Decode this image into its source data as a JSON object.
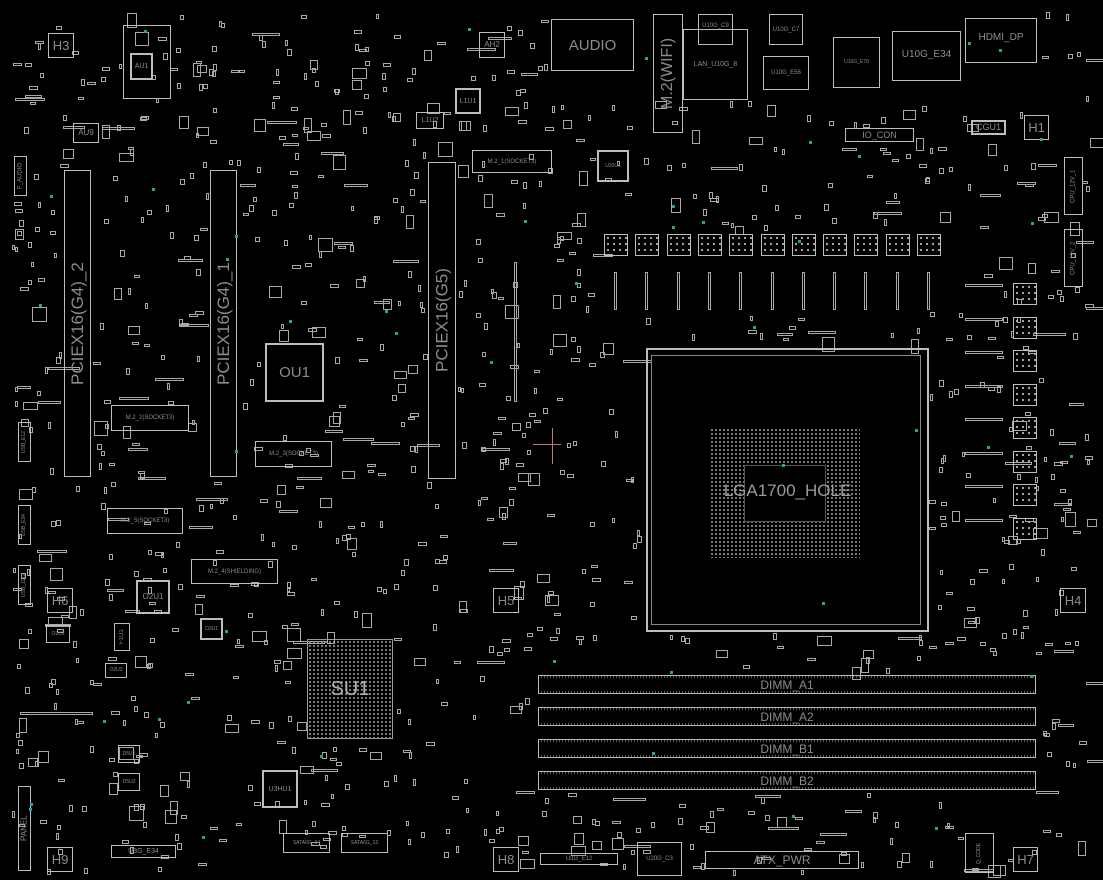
{
  "board": {
    "holes": {
      "h1": "H1",
      "h3": "H3",
      "h4": "H4",
      "h5": "H5",
      "h6": "H6",
      "h7": "H7",
      "h8": "H8",
      "h9": "H9"
    },
    "rear_io": {
      "audio": "AUDIO",
      "m2_wifi": "M.2(WIFI)",
      "lan": "LAN_U10G_8",
      "u10g_c9": "U10G_C9",
      "u10g_c7": "U10G_C7",
      "u10g_e56": "U10G_E56",
      "u10g_e78": "U10G_E78",
      "u10g_e34": "U10G_E34",
      "hdmi_dp": "HDMI_DP",
      "io_con": "IO_CON"
    },
    "chips": {
      "au1": "AU1",
      "au9": "AU9",
      "ah2": "AH2",
      "l1u1": "L1U1",
      "l1u2": "L1U2",
      "cgu1": "CGU1",
      "u32u1": "U32U1",
      "ou1": "OU1",
      "o2u1": "O2U1",
      "su1": "SU1",
      "u3hu1": "U3HU1",
      "o2u2": "O2U2",
      "o2u3": "O2U3",
      "f1u1": "F1U1",
      "o3u1": "O3U1",
      "d5u1": "D5U1",
      "d5u2": "D5U2"
    },
    "slots": {
      "pcie_g4_2": "PCIEX16(G4)_2",
      "pcie_g4_1": "PCIEX16(G4)_1",
      "pcie_g5": "PCIEX16(G5)",
      "m2_1": "M.2_1(SOCKET3)",
      "m2_2": "M.2_2(SOCKET3)",
      "m2_3": "M.2_3(SOCKET3)",
      "m2_5": "M.2_5(SOCKET3)",
      "m2_4": "M.2_4(SHIELDING)",
      "cpu": "LGA1700_HOLE",
      "dimm_a1": "DIMM_A1",
      "dimm_a2": "DIMM_A2",
      "dimm_b1": "DIMM_B1",
      "dimm_b2": "DIMM_B2"
    },
    "headers": {
      "f_audio": "F_AUDIO",
      "usb_e12": "USB_E12",
      "usb_e34": "USB_E34",
      "usb_1112": "USB_1112",
      "panel": "PANEL",
      "u3g_e34": "U3G_E34",
      "u3g_e12": "U3G_E12",
      "u20g_c3": "U20G_C3",
      "sata6g_34": "SATA6G_34",
      "sata6g_12": "SATA6G_12",
      "atx_pwr": "ATX_PWR",
      "q_code": "Q_CODE",
      "cpu_12v_1": "CPU_12V_1",
      "cpu_12v_2": "CPU_12V_2"
    },
    "colors": {
      "outline": "#bdbdbd",
      "text": "#8c8c8c",
      "testpoint": "#1aa7a7",
      "background": "#000000"
    }
  }
}
